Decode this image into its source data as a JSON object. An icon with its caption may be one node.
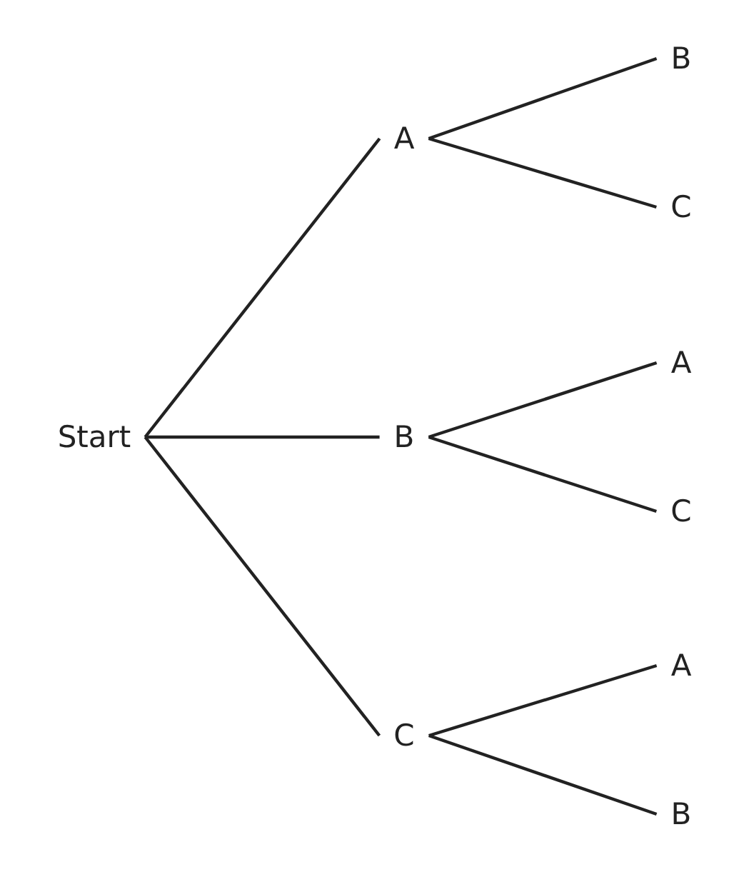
{
  "diagram": {
    "nodes": [
      {
        "text": [
          "Start"
        ]
      },
      {
        "text": [
          "A"
        ]
      },
      {
        "text": [
          "B"
        ]
      },
      {
        "text": [
          "C"
        ]
      },
      {
        "text": [
          "B"
        ]
      },
      {
        "text": [
          "C"
        ]
      },
      {
        "text": [
          "A"
        ]
      },
      {
        "text": [
          "C"
        ]
      },
      {
        "text": [
          "A"
        ]
      },
      {
        "text": [
          "B"
        ]
      }
    ],
    "edges": [
      {
        "from": 0,
        "to": 1,
        "arrow": "none"
      },
      {
        "from": 0,
        "to": 2,
        "arrow": "none"
      },
      {
        "from": 0,
        "to": 3,
        "arrow": "none"
      },
      {
        "from": 1,
        "to": 4,
        "arrow": "none"
      },
      {
        "from": 1,
        "to": 5,
        "arrow": "none"
      },
      {
        "from": 2,
        "to": 6,
        "arrow": "none"
      },
      {
        "from": 2,
        "to": 7,
        "arrow": "none"
      },
      {
        "from": 3,
        "to": 8,
        "arrow": "none"
      },
      {
        "from": 3,
        "to": 9,
        "arrow": "none"
      }
    ]
  }
}
